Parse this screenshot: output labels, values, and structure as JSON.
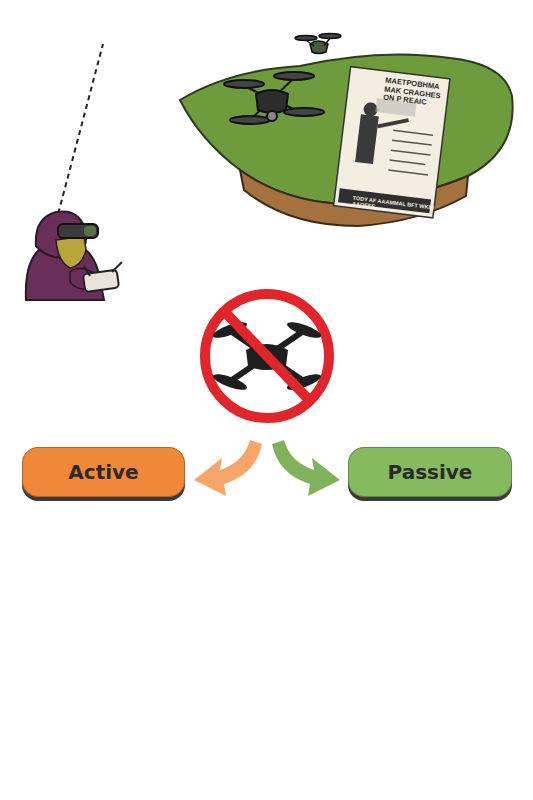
{
  "diagram": {
    "nodes": [
      {
        "text": [
          "Active"
        ]
      },
      {
        "text": [
          "Passive"
        ]
      }
    ],
    "labels": [
      "MAETPOBHMA MAK CRAGHES ON P REAIC",
      "TODY AF AAAMMAL BFT WKIN AAOEEE"
    ]
  }
}
